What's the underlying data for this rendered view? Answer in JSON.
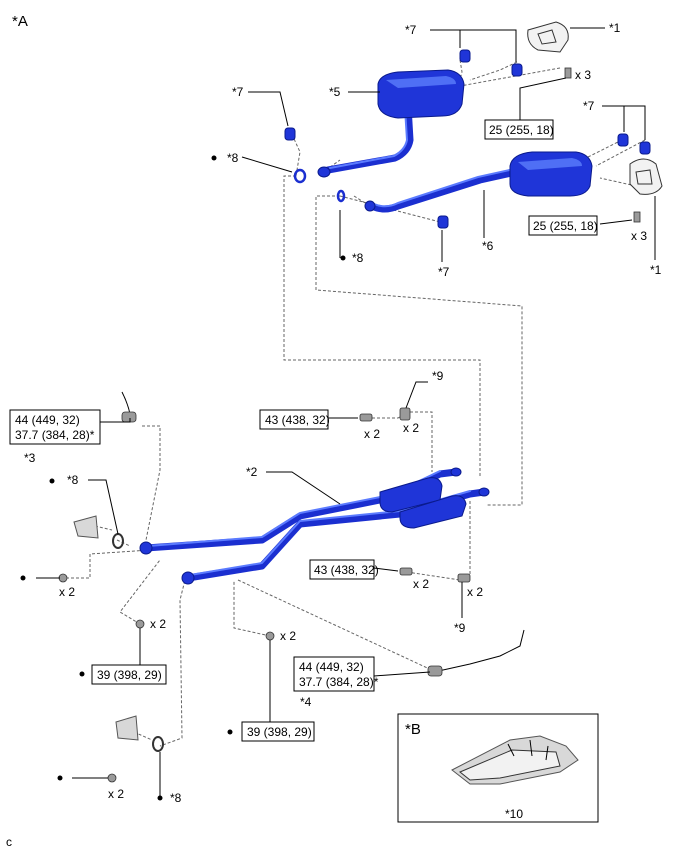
{
  "view_labels": {
    "a": "*A",
    "b": "*B"
  },
  "footer_code": "c",
  "callouts": {
    "c1_top": "*1",
    "c1_right": "*1",
    "c2": "*2",
    "c3": "*3",
    "c4": "*4",
    "c5": "*5",
    "c6": "*6",
    "c7_top": "*7",
    "c7_left": "*7",
    "c7_right": "*7",
    "c7_mid": "*7",
    "c8_upper": "*8",
    "c8_upper_mid": "*8",
    "c8_left": "*8",
    "c8_bottom": "*8",
    "c9_upper": "*9",
    "c9_lower": "*9",
    "c10": "*10"
  },
  "torque": {
    "t25_top": "25 (255, 18)",
    "t25_right": "25 (255, 18)",
    "t44_left_a": "44 (449, 32)",
    "t44_left_b": "37.7 (384, 28)*",
    "t43_upper": "43 (438, 32)",
    "t43_lower": "43 (438, 32)",
    "t39_left": "39 (398, 29)",
    "t39_mid": "39 (398, 29)",
    "t44_right_a": "44 (449, 32)",
    "t44_right_b": "37.7 (384, 28)*"
  },
  "quantities": {
    "q_top_bolts": "x 3",
    "q_right_bolts": "x 3",
    "q_43_upper_bolt": "x 2",
    "q_43_upper_nut": "x 2",
    "q_43_lower_bolt": "x 2",
    "q_43_lower_nut": "x 2",
    "q_left_nut": "x 2",
    "q_39_left": "x 2",
    "q_39_mid": "x 2",
    "q_bottom_nut": "x 2"
  }
}
